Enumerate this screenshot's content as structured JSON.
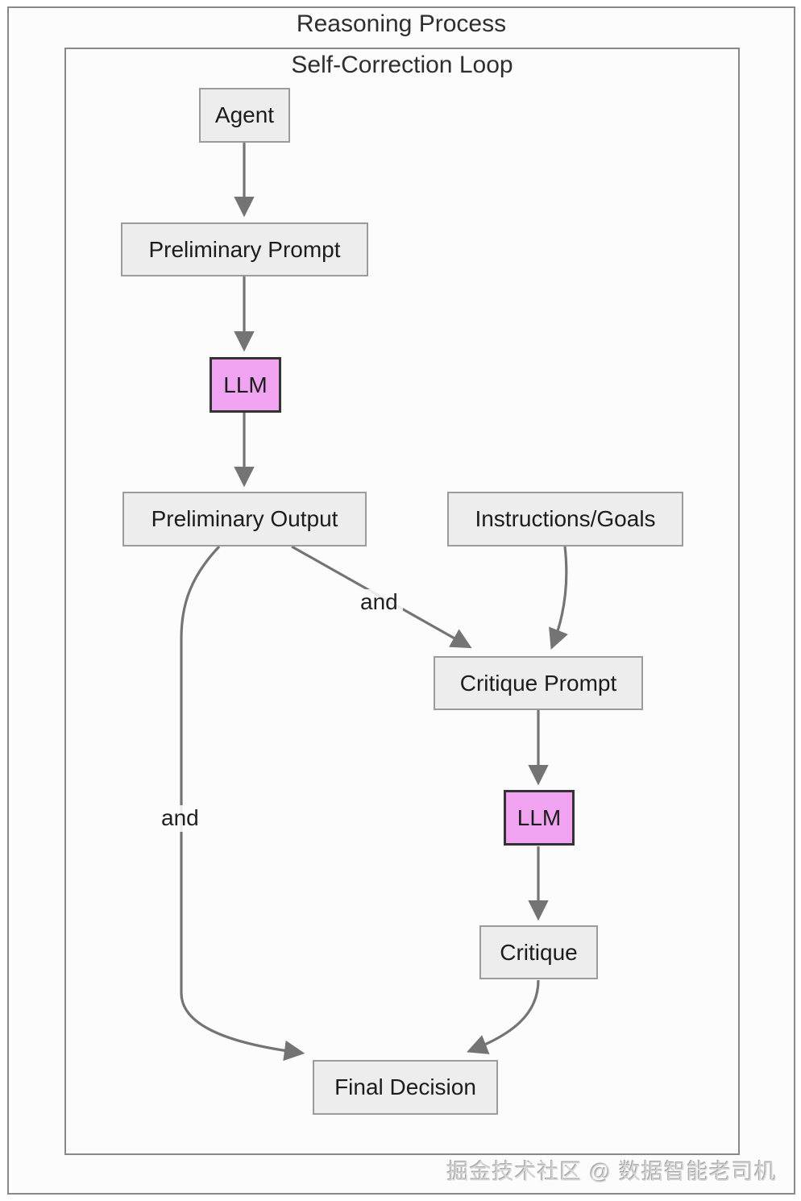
{
  "diagram": {
    "title": "Reasoning Process",
    "subgraph_title": "Self-Correction Loop",
    "nodes": [
      {
        "id": "agent",
        "label": "Agent",
        "type": "default"
      },
      {
        "id": "preliminary-prompt",
        "label": "Preliminary Prompt",
        "type": "default"
      },
      {
        "id": "llm-1",
        "label": "LLM",
        "type": "llm"
      },
      {
        "id": "preliminary-output",
        "label": "Preliminary Output",
        "type": "default"
      },
      {
        "id": "instructions-goals",
        "label": "Instructions/Goals",
        "type": "default"
      },
      {
        "id": "critique-prompt",
        "label": "Critique Prompt",
        "type": "default"
      },
      {
        "id": "llm-2",
        "label": "LLM",
        "type": "llm"
      },
      {
        "id": "critique",
        "label": "Critique",
        "type": "default"
      },
      {
        "id": "final-decision",
        "label": "Final Decision",
        "type": "default"
      }
    ],
    "edges": [
      {
        "from": "agent",
        "to": "preliminary-prompt",
        "label": ""
      },
      {
        "from": "preliminary-prompt",
        "to": "llm-1",
        "label": ""
      },
      {
        "from": "llm-1",
        "to": "preliminary-output",
        "label": ""
      },
      {
        "from": "preliminary-output",
        "to": "critique-prompt",
        "label": "and"
      },
      {
        "from": "instructions-goals",
        "to": "critique-prompt",
        "label": ""
      },
      {
        "from": "critique-prompt",
        "to": "llm-2",
        "label": ""
      },
      {
        "from": "llm-2",
        "to": "critique",
        "label": ""
      },
      {
        "from": "critique",
        "to": "final-decision",
        "label": ""
      },
      {
        "from": "preliminary-output",
        "to": "final-decision",
        "label": "and"
      }
    ],
    "watermark": "掘金技术社区 @ 数据智能老司机"
  },
  "colors": {
    "node-fill": "#ededed",
    "node-border": "#9b9b9b",
    "llm-fill": "#f0a3f0",
    "llm-border": "#333333",
    "edge": "#747474",
    "frame-border": "#888888"
  }
}
